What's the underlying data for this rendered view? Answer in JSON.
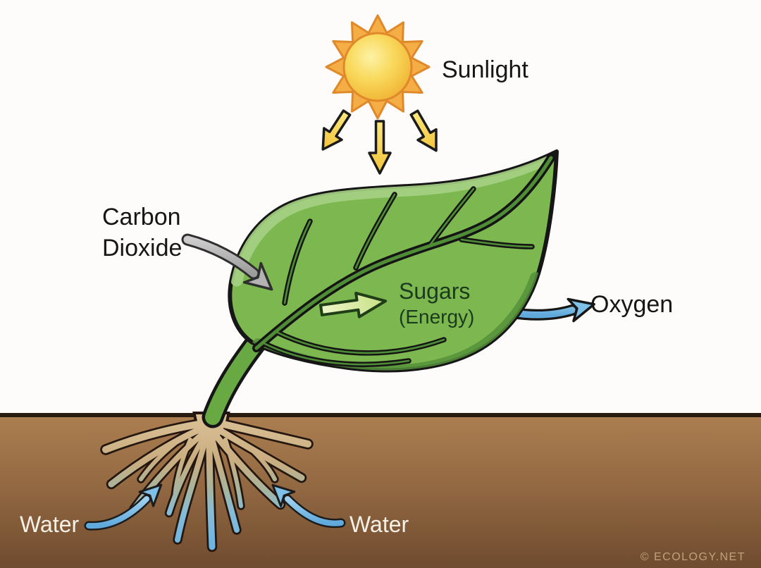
{
  "diagram": {
    "subject": "photosynthesis-process-illustration",
    "labels": {
      "sunlight": "Sunlight",
      "carbon_dioxide": [
        "Carbon",
        "Dioxide"
      ],
      "sugars": "Sugars",
      "sugars_energy": "(Energy)",
      "oxygen": "Oxygen",
      "water_left": "Water",
      "water_right": "Water"
    },
    "watermark": "© ECOLOGY.NET",
    "colors": {
      "background": "#fdfcfa",
      "leaf_green": "#7cb84f",
      "leaf_highlight": "#a6d284",
      "leaf_shadow": "#55913a",
      "vein_green": "#4f8c36",
      "stem_green": "#69a944",
      "outline_black": "#161616",
      "soil_top": "#ad7f51",
      "soil_bottom": "#6f4b2f",
      "soil_line": "#2a1b10",
      "sun_body": "#f9d95c",
      "sun_spikes": "#f5ad45",
      "sun_outline": "#e0892b",
      "ray_yellow": "#f7d04b",
      "co2_gray": "#b3b3b3",
      "oxygen_blue": "#7fc0e8",
      "water_blue": "#7fc0e8",
      "sugars_arrow": "#d8ea9e",
      "root_tan": "#d8bf94",
      "root_blue": "#6cb4e2",
      "label_dark": "#161616",
      "label_white": "#f6f1e7",
      "sugars_text": "#1c3a1e",
      "watermark_tan": "#c0a17b"
    }
  }
}
